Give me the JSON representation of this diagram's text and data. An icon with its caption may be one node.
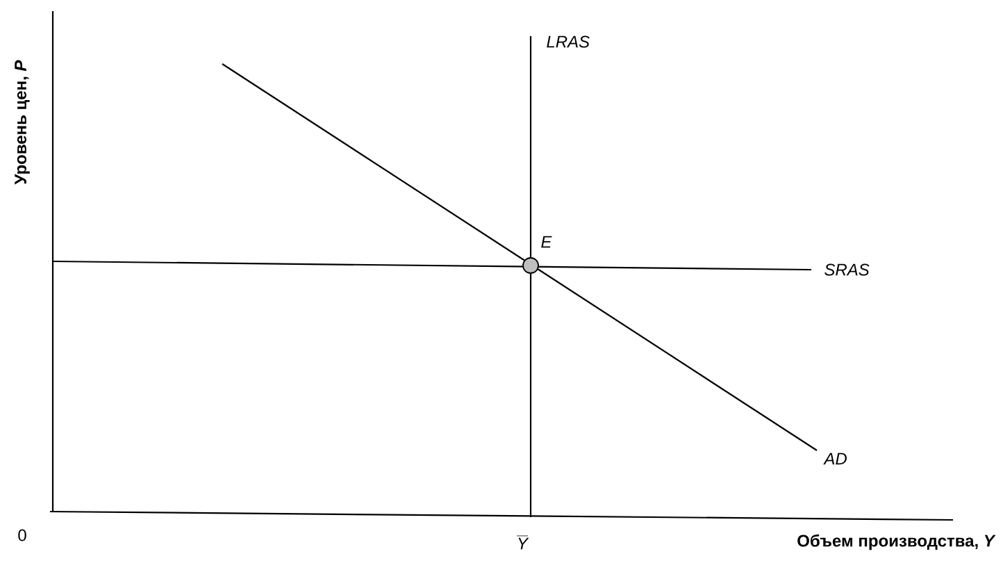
{
  "diagram": {
    "labels": [
      "Уровень цен, *P*",
      "LRAS",
      "E",
      "SRAS",
      "AD",
      "0",
      "Y",
      "Объем производства, *Y*"
    ]
  }
}
